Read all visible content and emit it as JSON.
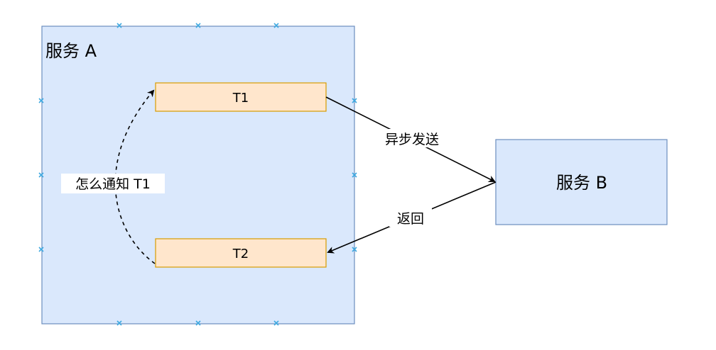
{
  "colors": {
    "service_fill": "#dae8fc",
    "service_stroke": "#6c8ebf",
    "thread_fill": "#ffe6cc",
    "thread_stroke": "#d79b00",
    "connection_point": "#3fa9e0",
    "line": "#000000"
  },
  "service_a": {
    "label": "服务 A"
  },
  "service_b": {
    "label": "服务 B"
  },
  "thread_t1": {
    "label": "T1"
  },
  "thread_t2": {
    "label": "T2"
  },
  "edges": {
    "send_label": "异步发送",
    "return_label": "返回",
    "notify_label": "怎么通知 T1"
  }
}
